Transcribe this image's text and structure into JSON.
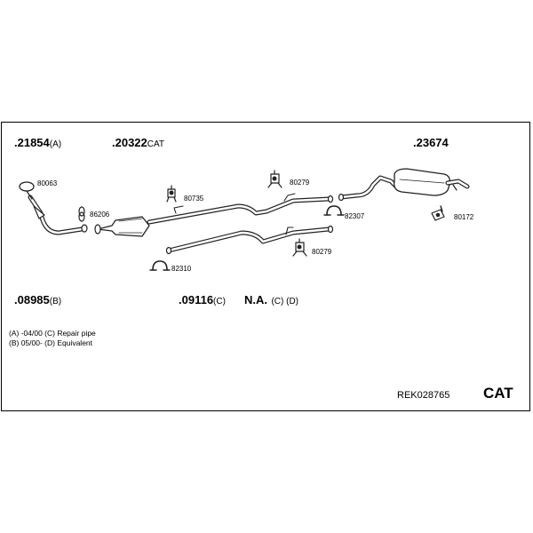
{
  "parts": {
    "p21854": {
      "number": ".21854",
      "suffix": "(A)"
    },
    "p20322": {
      "number": ".20322",
      "suffix": "CAT"
    },
    "p23674": {
      "number": ".23674",
      "suffix": ""
    },
    "p08985": {
      "number": ".08985",
      "suffix": "(B)"
    },
    "p09116": {
      "number": ".09116",
      "suffix": "(C)"
    },
    "pna": {
      "number": "N.A.",
      "suffix": "(C) (D)"
    }
  },
  "codes": {
    "c80063": "80063",
    "c86206": "86206",
    "c80735": "80735",
    "c80279a": "80279",
    "c82307": "82307",
    "c80172": "80172",
    "c80279b": "80279",
    "c82310": "82310"
  },
  "legend": {
    "line1": "(A) -04/00 (C) Repair pipe",
    "line2": "(B) 05/00- (D) Equivalent"
  },
  "reference": "REK028765",
  "badge": "CAT"
}
